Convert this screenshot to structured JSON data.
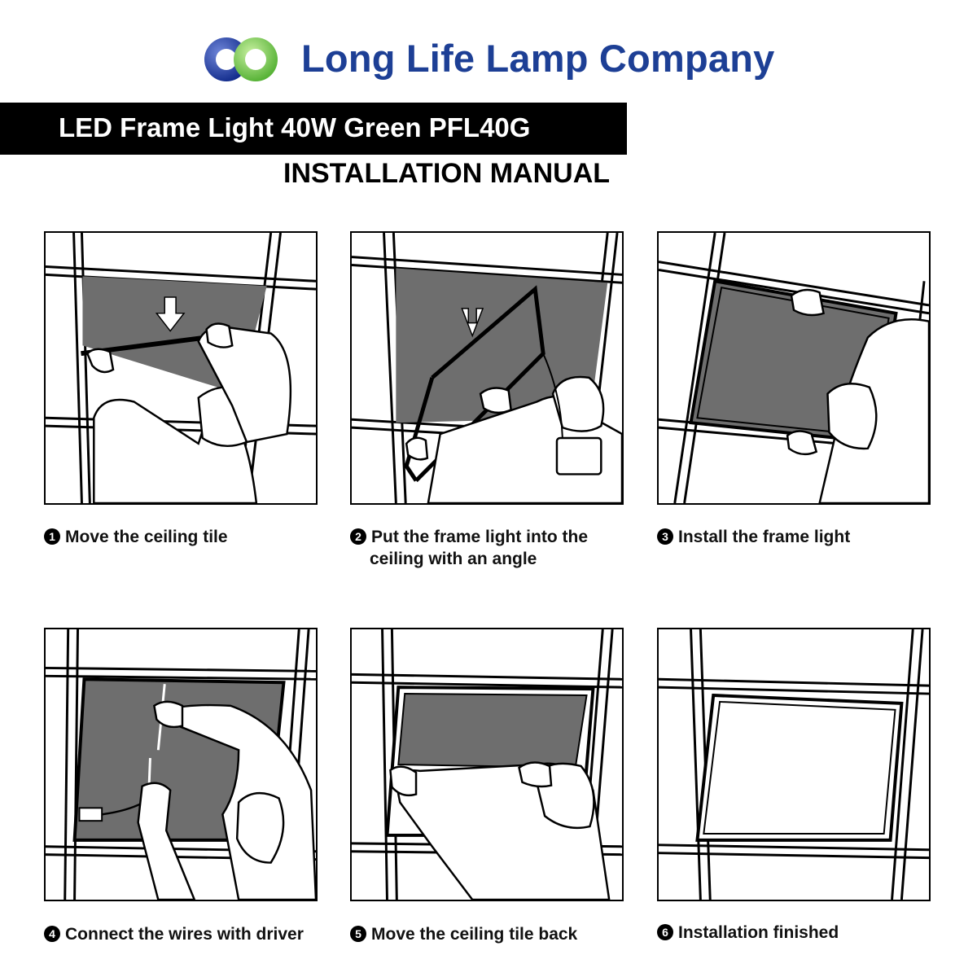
{
  "brand": {
    "company_name": "Long Life Lamp Company",
    "colors": {
      "brand_blue": "#1d3f95",
      "logo_green": "#6cc24a",
      "tile_gray": "#6e6e6e"
    }
  },
  "header": {
    "product_title": "LED Frame Light 40W Green PFL40G",
    "manual_title": "INSTALLATION MANUAL"
  },
  "steps": [
    {
      "number": "1",
      "text": "Move the ceiling tile",
      "illustration": "remove-tile"
    },
    {
      "number": "2",
      "text": "Put the frame light into the",
      "text_line2": "ceiling with an angle",
      "illustration": "insert-frame"
    },
    {
      "number": "3",
      "text": "Install the frame light",
      "illustration": "install-frame"
    },
    {
      "number": "4",
      "text": "Connect the wires with driver",
      "illustration": "connect-wires"
    },
    {
      "number": "5",
      "text": "Move the ceiling tile back",
      "illustration": "replace-tile"
    },
    {
      "number": "6",
      "text": "Installation finished",
      "illustration": "finished"
    }
  ]
}
